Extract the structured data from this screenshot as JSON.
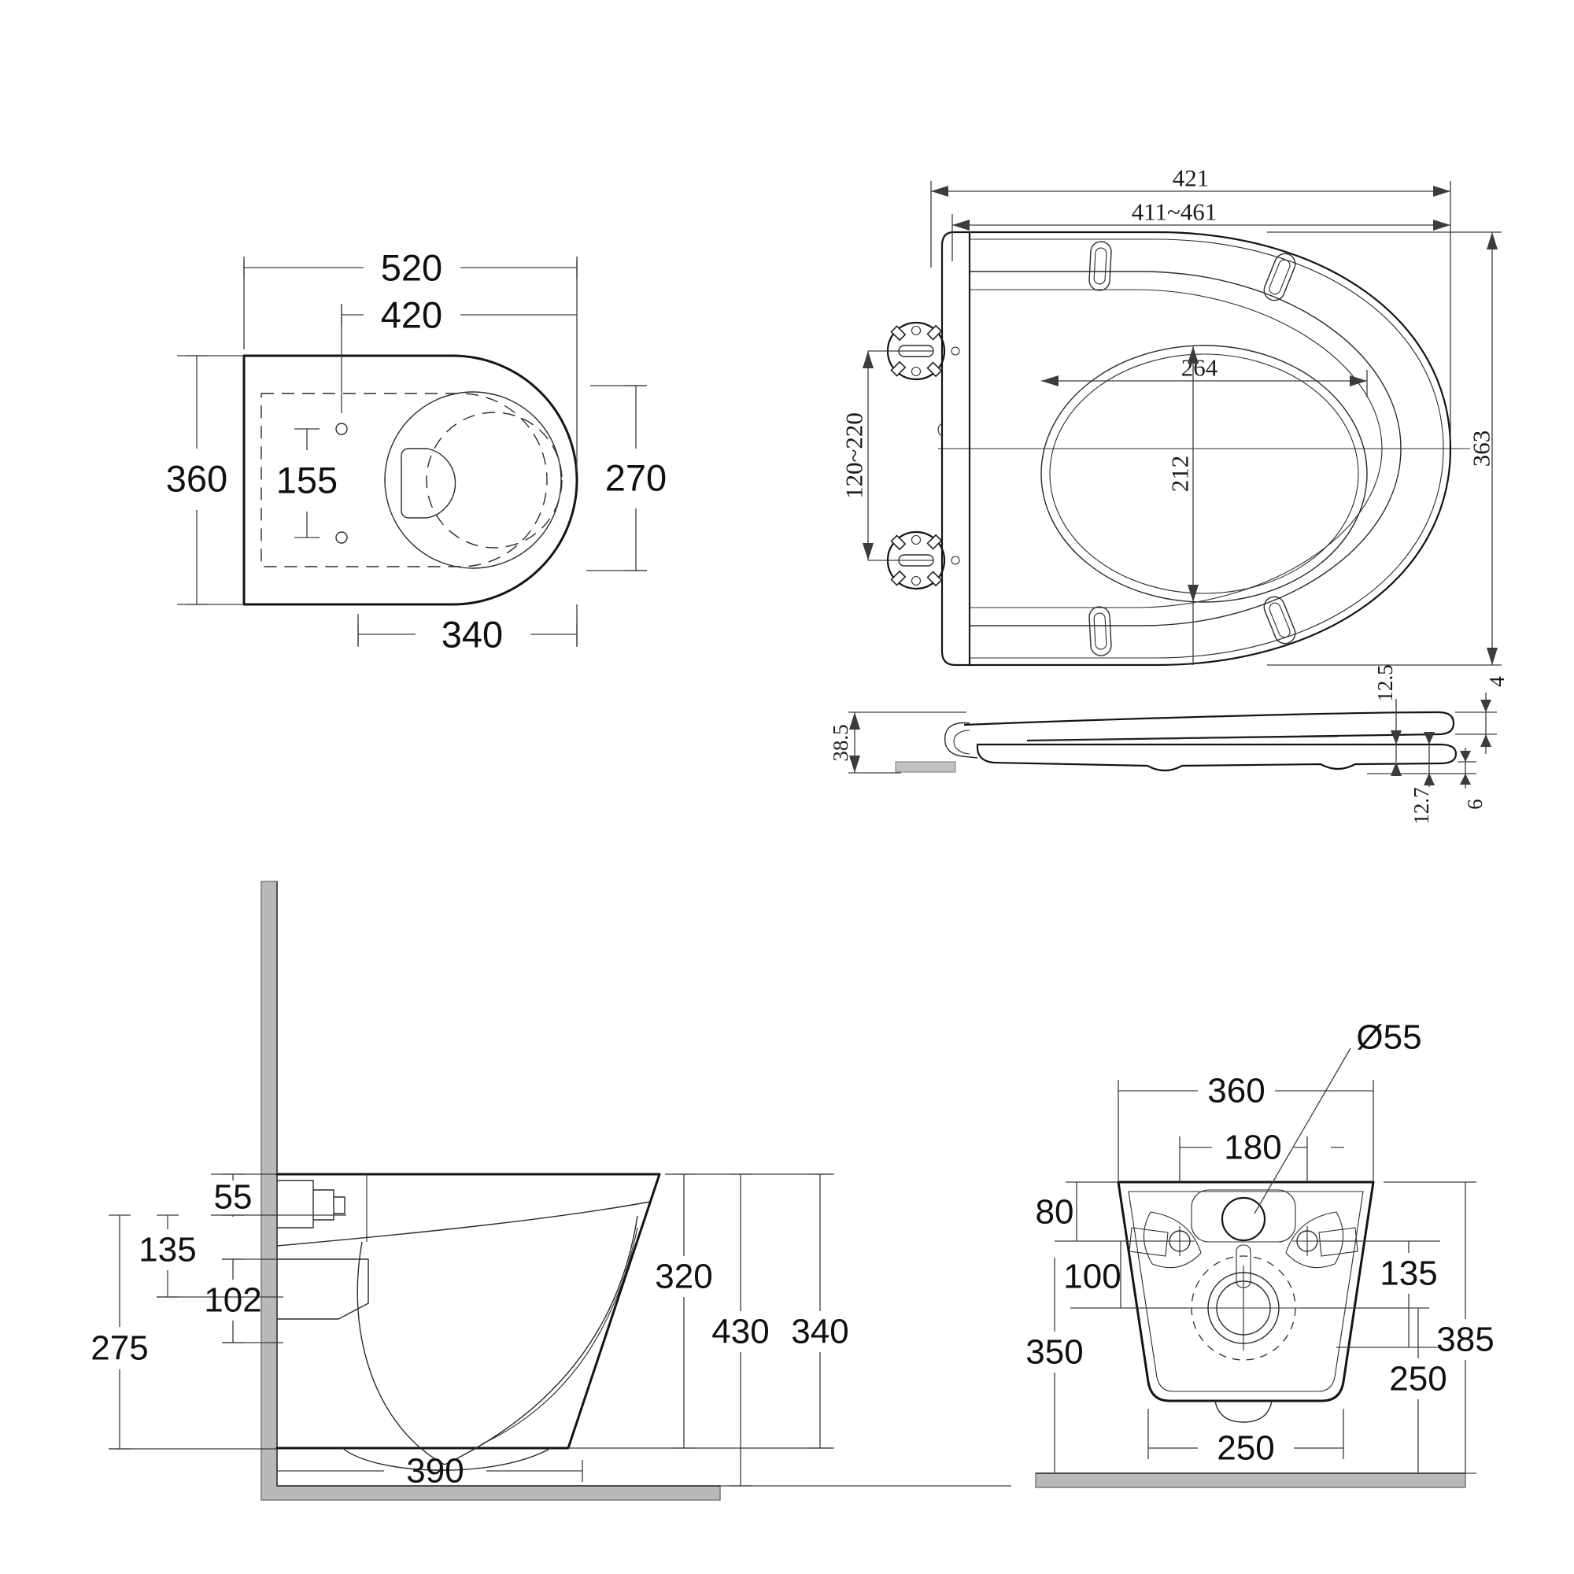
{
  "drawing": {
    "plan": {
      "overall_width": "520",
      "rim_width": "420",
      "overall_depth": "360",
      "hole_spacing": "155",
      "front_height": "270",
      "rim_depth": "340"
    },
    "seat": {
      "length": "421",
      "length_range": "411~461",
      "inner_length": "264",
      "inner_width": "212",
      "width": "363",
      "hinge_range": "120~220"
    },
    "seat_profile": {
      "total_height": "38.5",
      "ring_thickness": "12.5",
      "lid_tip": "4",
      "underside": "12.7",
      "bumper_gap": "6"
    },
    "side": {
      "inlet_offset": "55",
      "inlet_to_outlet": "135",
      "outlet_height": "102",
      "lower_offset": "275",
      "depth": "390",
      "front_height": "320",
      "top_height": "430",
      "clearance": "340"
    },
    "front": {
      "inlet_dia": "Ø55",
      "width": "360",
      "hole_spacing": "180",
      "top_offset": "80",
      "mid_offset": "100",
      "right_offset": "135",
      "hole_to_floor": "350",
      "total_height": "385",
      "drain_to_floor": "250",
      "bottom_width": "250"
    }
  }
}
